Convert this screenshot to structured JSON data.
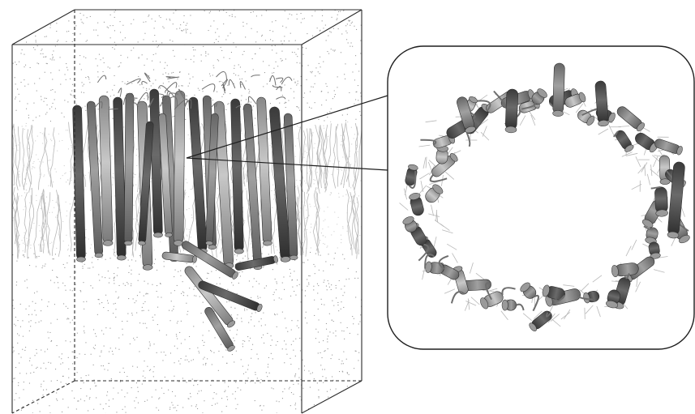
{
  "figure": {
    "colors": {
      "background": "#ffffff",
      "outline": "#2b2b2b",
      "water": "#9a9a9a",
      "lipid": "#b8b8b8",
      "helix_dark": "#4a4a4a",
      "helix_mid": "#7a7a7a",
      "helix_light": "#a6a6a6",
      "loop": "#6e6e6e"
    },
    "panels": [
      "simulation-box",
      "zoom-inset"
    ],
    "icons": [
      "helix-cylinder",
      "lipid-chain",
      "water-dot"
    ]
  }
}
